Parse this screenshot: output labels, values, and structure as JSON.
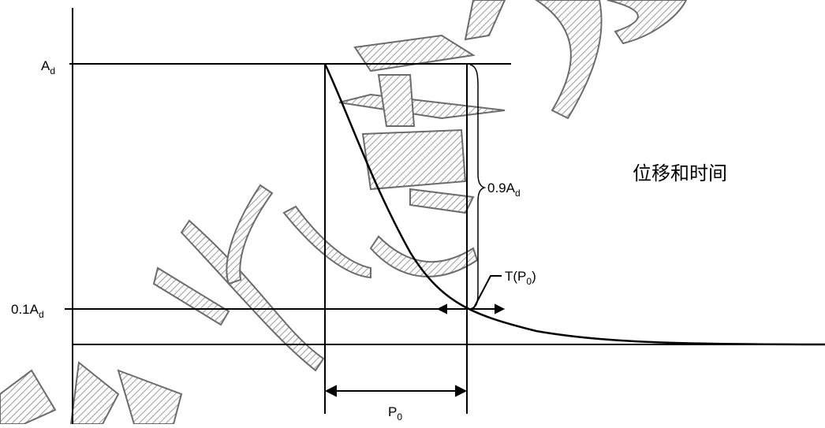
{
  "diagram": {
    "colors": {
      "line": "#000000",
      "watermark": "#6b6b6b"
    },
    "labels": {
      "amplitude_main": "A",
      "amplitude_sub": "d",
      "ten_percent_prefix": "0.1A",
      "ten_percent_sub": "d",
      "ninety_percent_prefix": "0.9A",
      "ninety_percent_sub": "d",
      "time_label_prefix": "T(P",
      "time_label_sub": "0",
      "time_label_suffix": ")",
      "period_main": "P",
      "period_sub": "0",
      "legend_text": "位移和时间"
    }
  }
}
